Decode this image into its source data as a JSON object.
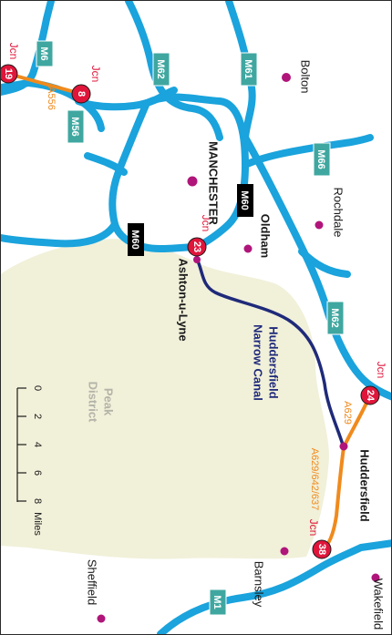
{
  "colors": {
    "motorway": "#1aa3dc",
    "a_road": "#f08a1c",
    "canal": "#1f2a7a",
    "park": "#f1f0d9",
    "junction": "#e0153a",
    "town_dot": "#b0157a",
    "sign_bg": "#3fa7a0"
  },
  "junction_label": "Jcn",
  "junctions": [
    "19",
    "8",
    "23",
    "24",
    "38"
  ],
  "motorways": [
    "M6",
    "M56",
    "M62",
    "M61",
    "M60",
    "M60",
    "M66",
    "M62",
    "M1"
  ],
  "a_roads": [
    "A556",
    "A629",
    "A629/642/637"
  ],
  "places": {
    "manchester": "MANCHESTER",
    "oldham": "Oldham",
    "ashton": "Ashton-u-Lyne",
    "huddersfield": "Huddersfield",
    "bolton": "Bolton",
    "rochdale": "Rochdale",
    "barnsley": "Barnsley",
    "wakefield": "Wakefield",
    "sheffield": "Sheffield"
  },
  "canal_label": [
    "Huddersfield",
    "Narrow Canal"
  ],
  "park_label": [
    "Peak",
    "District"
  ],
  "scale": {
    "ticks": [
      "0",
      "2",
      "4",
      "6",
      "8"
    ],
    "unit": "Miles"
  }
}
